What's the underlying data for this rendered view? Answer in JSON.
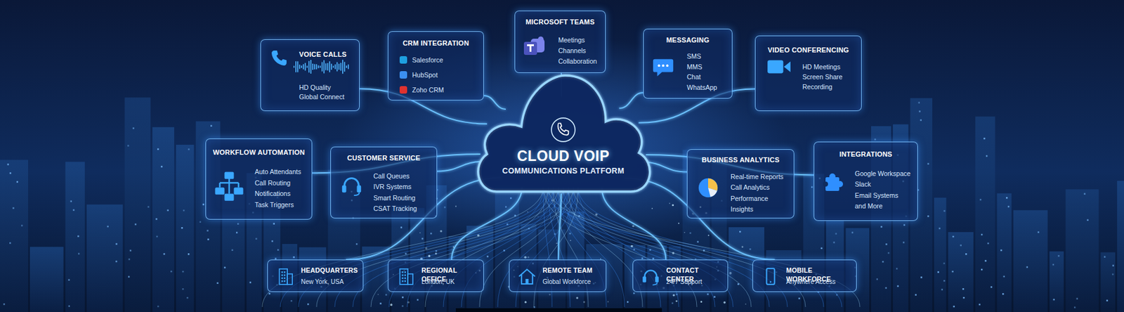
{
  "diagram": {
    "nodes": [
      {
        "text": [
          "VOICE CALLS",
          "HD Quality",
          "Global Connect"
        ]
      },
      {
        "text": [
          "CRM INTEGRATION",
          "Salesforce",
          "HubSpot",
          "Zoho CRM"
        ]
      },
      {
        "text": [
          "MICROSOFT TEAMS",
          "Meetings",
          "Channels",
          "Collaboration"
        ]
      },
      {
        "text": [
          "MESSAGING",
          "SMS",
          "MMS",
          "Chat",
          "WhatsApp"
        ]
      },
      {
        "text": [
          "VIDEO CONFERENCING",
          "HD Meetings",
          "Screen Share",
          "Recording"
        ]
      },
      {
        "text": [
          "WORKFLOW AUTOMATION",
          "Auto Attendants",
          "Call Routing",
          "Notifications",
          "Task Triggers"
        ]
      },
      {
        "text": [
          "CUSTOMER SERVICE",
          "Call Queues",
          "IVR Systems",
          "Smart Routing",
          "CSAT Tracking"
        ]
      },
      {
        "text": [
          "CLOUD VOIP",
          "COMMUNICATIONS PLATFORM"
        ]
      },
      {
        "text": [
          "BUSINESS ANALYTICS",
          "Real-time Reports",
          "Call Analytics",
          "Performance",
          "Insights"
        ]
      },
      {
        "text": [
          "INTEGRATIONS",
          "Google Workspace",
          "Slack",
          "Email Systems",
          "and More"
        ]
      },
      {
        "text": [
          "HEADQUARTERS",
          "New York, USA"
        ]
      },
      {
        "text": [
          "REGIONAL OFFICE",
          "London, UK"
        ]
      },
      {
        "text": [
          "REMOTE TEAM",
          "Global Workforce"
        ]
      },
      {
        "text": [
          "CONTACT CENTER",
          "24/7 Support"
        ]
      },
      {
        "text": [
          "MOBILE WORKFORCE",
          "Anywhere Access"
        ]
      }
    ],
    "edges": [
      {
        "from": 0,
        "to": 7,
        "arrow": "none"
      },
      {
        "from": 1,
        "to": 7,
        "arrow": "none"
      },
      {
        "from": 2,
        "to": 7,
        "arrow": "none"
      },
      {
        "from": 3,
        "to": 7,
        "arrow": "none"
      },
      {
        "from": 4,
        "to": 7,
        "arrow": "none"
      },
      {
        "from": 5,
        "to": 7,
        "arrow": "none"
      },
      {
        "from": 6,
        "to": 7,
        "arrow": "none"
      },
      {
        "from": 8,
        "to": 7,
        "arrow": "none"
      },
      {
        "from": 9,
        "to": 7,
        "arrow": "none"
      },
      {
        "from": 7,
        "to": 10,
        "arrow": "none"
      },
      {
        "from": 7,
        "to": 11,
        "arrow": "none"
      },
      {
        "from": 7,
        "to": 12,
        "arrow": "none"
      },
      {
        "from": 7,
        "to": 13,
        "arrow": "none"
      },
      {
        "from": 7,
        "to": 14,
        "arrow": "none"
      }
    ]
  }
}
